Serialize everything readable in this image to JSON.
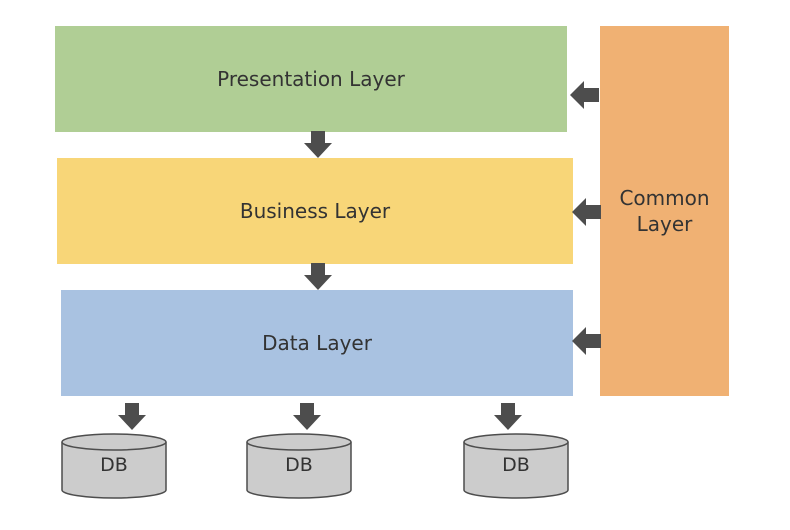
{
  "layers": {
    "presentation": {
      "label": "Presentation Layer",
      "color": "#b0ce95"
    },
    "business": {
      "label": "Business Layer",
      "color": "#f8d678"
    },
    "data": {
      "label": "Data Layer",
      "color": "#a9c2e1"
    },
    "common": {
      "label_line1": "Common",
      "label_line2": "Layer",
      "color": "#f0b173"
    }
  },
  "databases": [
    {
      "label": "DB"
    },
    {
      "label": "DB"
    },
    {
      "label": "DB"
    }
  ],
  "colors": {
    "arrow_fill": "#4d4d4d",
    "db_fill": "#cccccc",
    "db_stroke": "#4d4d4d",
    "text": "#333333"
  }
}
